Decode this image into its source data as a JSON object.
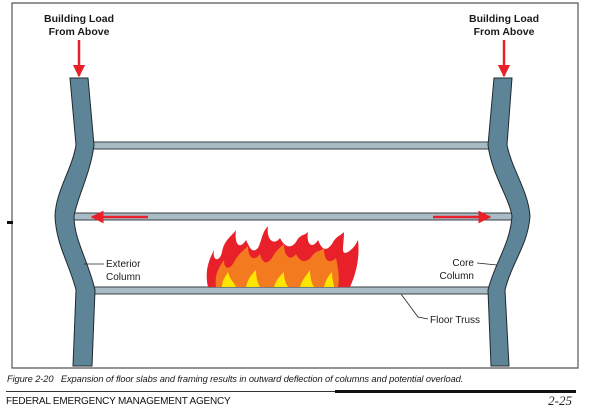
{
  "figure": {
    "load_label_left": [
      "Building Load",
      "From Above"
    ],
    "load_label_right": [
      "Building Load",
      "From Above"
    ],
    "exterior_column_label": [
      "Exterior",
      "Column"
    ],
    "core_column_label": [
      "Core",
      "Column"
    ],
    "floor_truss_label": "Floor Truss",
    "colors": {
      "column": "#5e8597",
      "beam": "#a9bcc6",
      "arrow": "#e8202a",
      "fire_red": "#e8202a",
      "fire_orange": "#f47a20",
      "fire_yellow": "#ffe600"
    }
  },
  "caption": {
    "label": "Figure 2-20",
    "text": "Expansion of floor slabs and framing results in outward deflection of columns and potential overload."
  },
  "footer": {
    "agency": "FEDERAL EMERGENCY MANAGEMENT AGENCY",
    "page": "2-25"
  }
}
